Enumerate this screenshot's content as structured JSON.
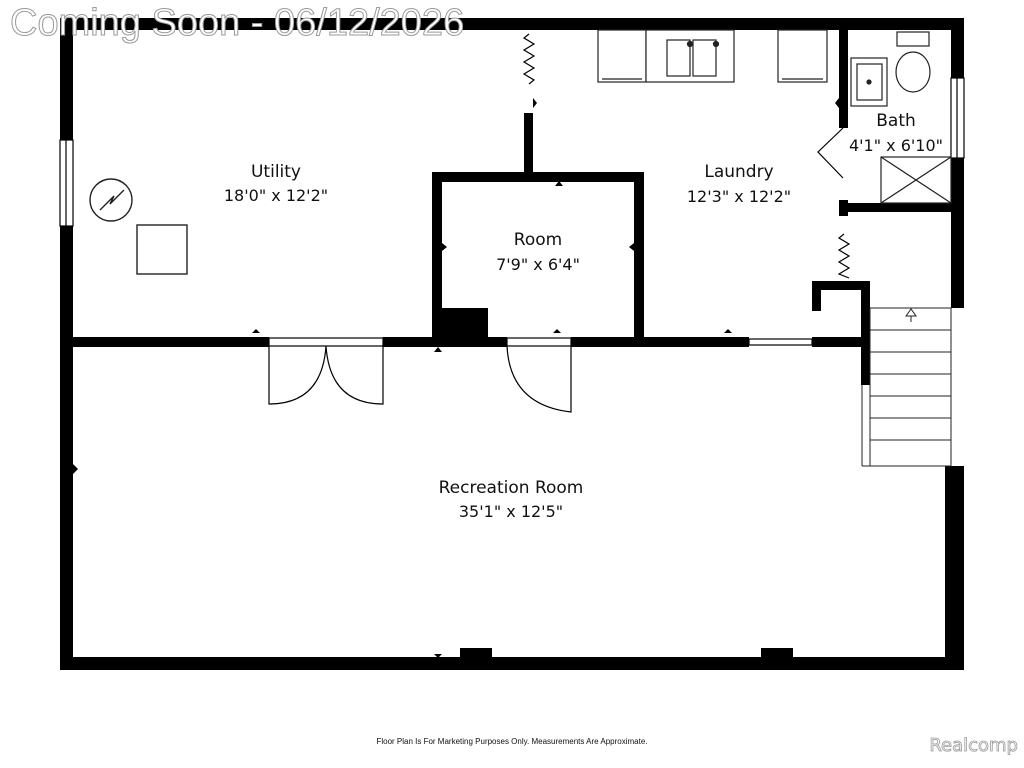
{
  "watermark": "Coming Soon - 06/12/2026",
  "brand": "Realcomp",
  "disclaimer": "Floor Plan Is For Marketing Purposes Only. Measurements Are Approximate.",
  "rooms": {
    "utility": {
      "name": "Utility",
      "dims": "18'0\" x 12'2\""
    },
    "room": {
      "name": "Room",
      "dims": "7'9\" x 6'4\""
    },
    "laundry": {
      "name": "Laundry",
      "dims": "12'3\" x 12'2\""
    },
    "bath": {
      "name": "Bath",
      "dims": "4'1\" x 6'10\""
    },
    "recreation": {
      "name": "Recreation Room",
      "dims": "35'1\" x 12'5\""
    }
  },
  "colors": {
    "wall": "#000000",
    "watermark_stroke": "#9a9a9a",
    "fixture": "#222222"
  }
}
